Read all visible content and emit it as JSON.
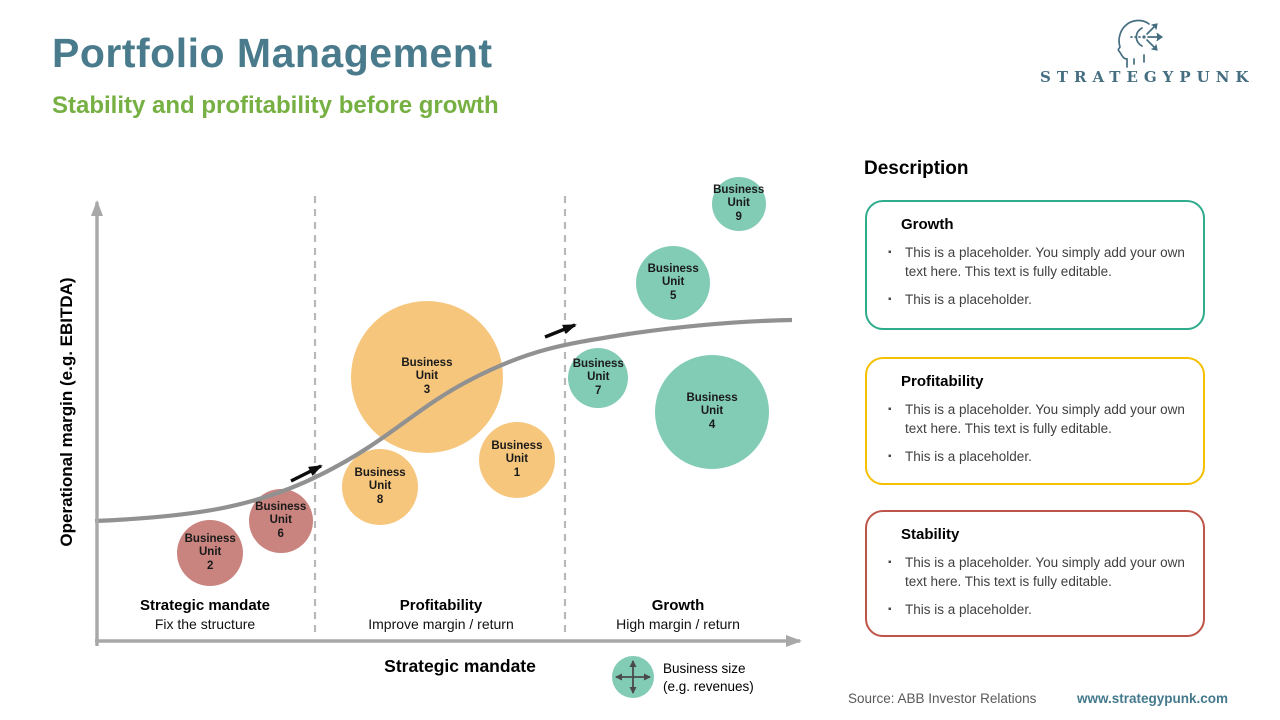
{
  "header": {
    "title": "Portfolio Management",
    "subtitle": "Stability and profitability before growth"
  },
  "logo": {
    "text": "STRATEGYPUNK",
    "icon": "head-with-arrows",
    "color": "#456e80"
  },
  "chart": {
    "y_axis_label": "Operational margin (e.g. EBITDA)",
    "x_axis_label": "Strategic mandate",
    "zones": [
      {
        "label": "Strategic mandate",
        "caption": "Fix the structure"
      },
      {
        "label": "Profitability",
        "caption": "Improve margin / return"
      },
      {
        "label": "Growth",
        "caption": "High margin / return"
      }
    ],
    "legend": {
      "line1": "Business size",
      "line2": "(e.g. revenues)",
      "icon_color": "#82cbb5"
    }
  },
  "description_panel": {
    "heading": "Description",
    "cards": [
      {
        "title": "Growth",
        "border_color": "#2fac8c",
        "bullets": [
          "This is a placeholder. You simply add your own text here. This text is fully editable.",
          "This is a placeholder."
        ]
      },
      {
        "title": "Profitability",
        "border_color": "#f5c001",
        "bullets": [
          "This is a placeholder. You simply add your own text here. This text is fully editable.",
          "This is a placeholder."
        ]
      },
      {
        "title": "Stability",
        "border_color": "#bf554a",
        "bullets": [
          "This is a placeholder. You simply add your own text here. This text is fully editable.",
          "This is a placeholder."
        ]
      }
    ]
  },
  "footer": {
    "source": "Source: ABB Investor Relations",
    "website": "www.strategypunk.com"
  },
  "chart_data": {
    "type": "scatter",
    "subtype": "bubble",
    "title": "Portfolio Management",
    "xlabel": "Strategic mandate",
    "ylabel": "Operational margin (e.g. EBITDA)",
    "axes_note": "qualitative axes, no numeric ticks; x/y are % of plot area (origin bottom-left), r in px",
    "xlim": [
      0,
      100
    ],
    "ylim": [
      0,
      100
    ],
    "grid": false,
    "zone_boundaries_x_pct": [
      30.6,
      65.3
    ],
    "trend": "gray s-curve rising left to right with two black progression arrows",
    "points": [
      {
        "label": "Business Unit 2",
        "x": 16.0,
        "y": 19.3,
        "r": 33,
        "color": "#c9847f",
        "zone": "Strategic mandate"
      },
      {
        "label": "Business Unit 6",
        "x": 25.8,
        "y": 26.3,
        "r": 32,
        "color": "#c9847f",
        "zone": "Strategic mandate"
      },
      {
        "label": "Business Unit 8",
        "x": 39.6,
        "y": 33.8,
        "r": 38,
        "color": "#f6c67d",
        "zone": "Profitability"
      },
      {
        "label": "Business Unit 3",
        "x": 46.1,
        "y": 57.9,
        "r": 76,
        "color": "#f6c67d",
        "zone": "Profitability"
      },
      {
        "label": "Business Unit 1",
        "x": 58.6,
        "y": 39.7,
        "r": 38,
        "color": "#f6c67d",
        "zone": "Profitability"
      },
      {
        "label": "Business Unit 7",
        "x": 69.9,
        "y": 57.7,
        "r": 30,
        "color": "#82cbb5",
        "zone": "Growth"
      },
      {
        "label": "Business Unit 5",
        "x": 80.3,
        "y": 78.5,
        "r": 37,
        "color": "#82cbb5",
        "zone": "Growth"
      },
      {
        "label": "Business Unit 9",
        "x": 89.4,
        "y": 95.8,
        "r": 27,
        "color": "#82cbb5",
        "zone": "Growth"
      },
      {
        "label": "Business Unit 4",
        "x": 85.7,
        "y": 50.2,
        "r": 57,
        "color": "#82cbb5",
        "zone": "Growth"
      }
    ]
  }
}
